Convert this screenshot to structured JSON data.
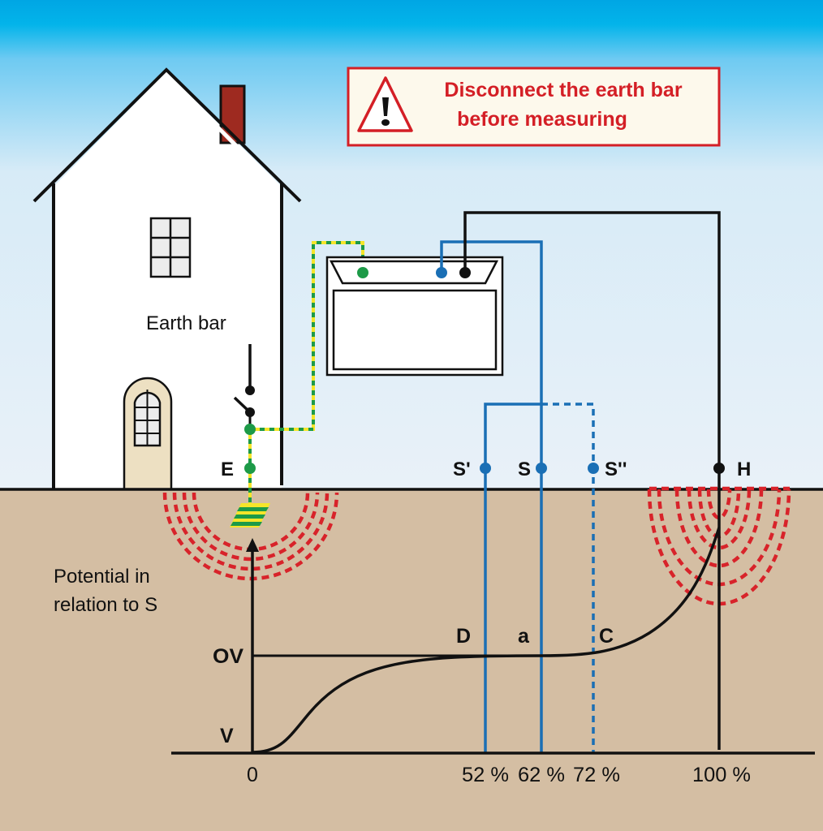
{
  "warning": {
    "icon": "warning-triangle-icon",
    "line1": "Disconnect the earth bar",
    "line2": "before measuring",
    "text_color": "#d41f26",
    "border_color": "#d41f26",
    "background": "#fdf9ec"
  },
  "labels": {
    "earth_bar": "Earth bar",
    "potential_line1": "Potential in",
    "potential_line2": "relation to S",
    "E": "E",
    "S_prime": "S'",
    "S": "S",
    "S_double_prime": "S''",
    "H": "H",
    "D": "D",
    "a": "a",
    "C": "C",
    "OV": "OV",
    "V": "V"
  },
  "axis": {
    "x_ticks": [
      {
        "label": "0",
        "value": 0
      },
      {
        "label": "52 %",
        "value": 52
      },
      {
        "label": "62 %",
        "value": 62
      },
      {
        "label": "72 %",
        "value": 72
      },
      {
        "label": "100 %",
        "value": 100
      }
    ]
  },
  "probes": [
    {
      "id": "S_prime",
      "label": "S'",
      "position_percent": 52,
      "style": "solid"
    },
    {
      "id": "S",
      "label": "S",
      "position_percent": 62,
      "style": "solid"
    },
    {
      "id": "S_double_prime",
      "label": "S''",
      "position_percent": 72,
      "style": "dashed"
    },
    {
      "id": "H",
      "label": "H",
      "position_percent": 100,
      "style": "solid"
    }
  ],
  "colors": {
    "sky_top": "#00a8e6",
    "sky_bottom": "#e9f1f8",
    "ground": "#d4bea3",
    "chimney": "#9e2a20",
    "door": "#ede0c2",
    "wire_blue": "#1a6fb5",
    "wire_green": "#1d9a48",
    "wire_yellow": "#f5e52a",
    "field_red": "#d8232a",
    "line_black": "#111111"
  }
}
